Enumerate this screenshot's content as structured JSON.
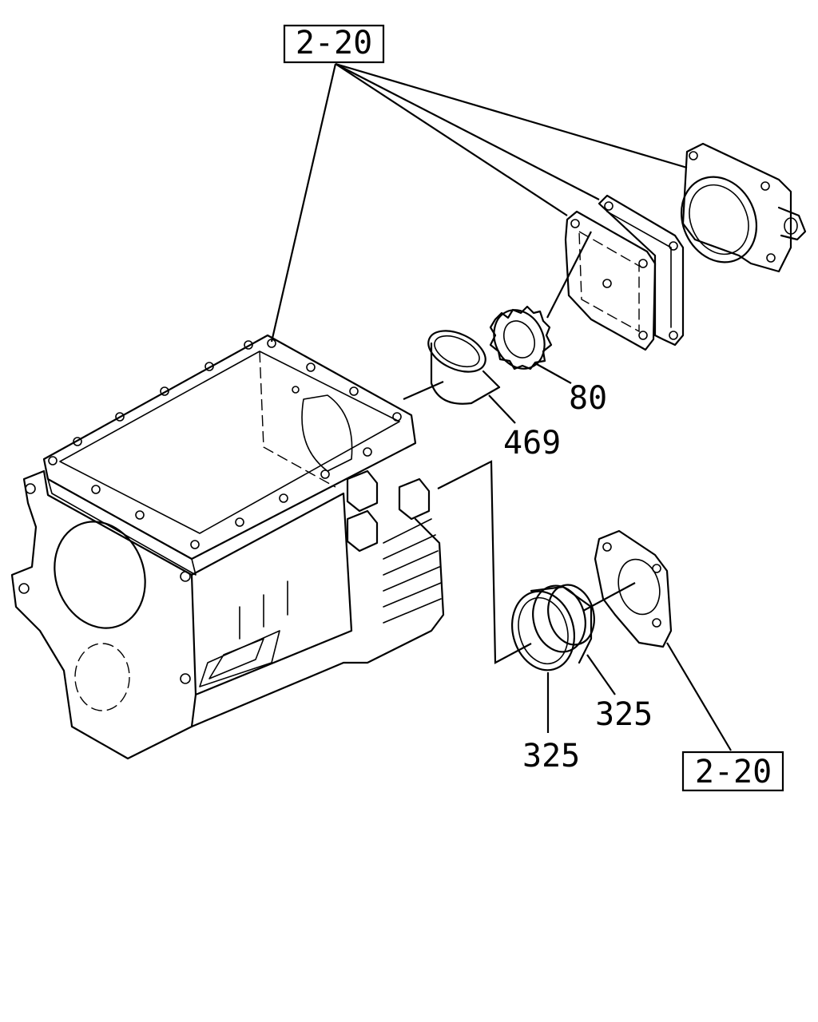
{
  "callouts": {
    "ref_top": "2-20",
    "ref_bottom": "2-20",
    "part_80": "80",
    "part_469": "469",
    "part_325_right": "325",
    "part_325_left": "325"
  }
}
